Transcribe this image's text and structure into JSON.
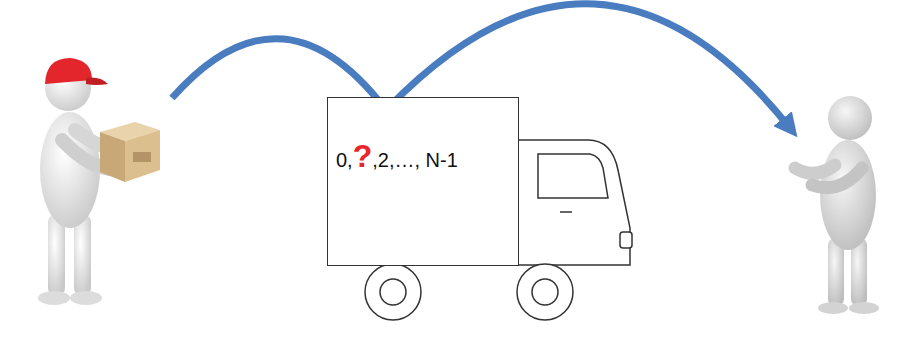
{
  "diagram": {
    "nodes": [
      {
        "text": [
          "0,",
          "?",
          ",2,…, N-1"
        ]
      }
    ]
  }
}
